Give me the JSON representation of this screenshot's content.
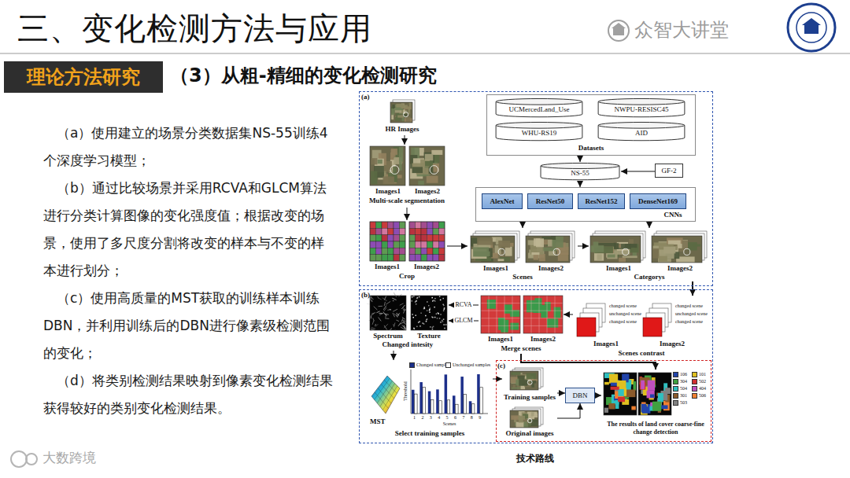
{
  "diagram": {
    "title": "三、变化检测方法与应用",
    "caption": "技术路线",
    "nodes": [
      {
        "text": [
          "理论方法研究"
        ]
      },
      {
        "text": [
          "(a)"
        ]
      },
      {
        "text": [
          "HR Images"
        ],
        "in": 1
      },
      {
        "text": [
          "Datasets"
        ],
        "in": 1
      },
      {
        "text": [
          "UCMercedLand_Use"
        ],
        "in": 3
      },
      {
        "text": [
          "NWPU-RESISC45"
        ],
        "in": 3
      },
      {
        "text": [
          "WHU-RS19"
        ],
        "in": 3
      },
      {
        "text": [
          "AID"
        ],
        "in": 3
      },
      {
        "text": [
          "NS-55"
        ],
        "in": 1
      },
      {
        "text": [
          "GF-2"
        ],
        "in": 1
      },
      {
        "text": [
          "Images1",
          "Images2",
          "Multi-scale segmentation"
        ],
        "in": 1
      },
      {
        "text": [
          "CNNs"
        ],
        "in": 1
      },
      {
        "text": [
          "AlexNet"
        ],
        "in": 11
      },
      {
        "text": [
          "ResNet50"
        ],
        "in": 11
      },
      {
        "text": [
          "ResNet152"
        ],
        "in": 11
      },
      {
        "text": [
          "DenseNet169"
        ],
        "in": 11
      },
      {
        "text": [
          "Images1",
          "Images2",
          "Crop"
        ],
        "in": 1
      },
      {
        "text": [
          "Images1",
          "Images2",
          "Scenes"
        ],
        "in": 1
      },
      {
        "text": [
          "Images1",
          "Images2",
          "Categorys"
        ],
        "in": 1
      },
      {
        "text": [
          "(b)"
        ]
      },
      {
        "text": [
          "Spectrum",
          "Texture",
          "Changed intesity"
        ],
        "in": 19
      },
      {
        "text": [
          "Images1",
          "Images2",
          "Merge scenes"
        ],
        "in": 19
      },
      {
        "text": [
          "Images1",
          "Images2",
          "Scenes contrast"
        ],
        "in": 19
      },
      {
        "text": [
          "MST",
          "Select training samples"
        ],
        "in": 19
      },
      {
        "text": [
          "(c)"
        ],
        "in": 19
      },
      {
        "text": [
          "Training samples"
        ],
        "in": 24
      },
      {
        "text": [
          "Original images"
        ],
        "in": 24
      },
      {
        "text": [
          "DBN"
        ],
        "in": 24
      },
      {
        "text": [
          "The results of land cover coarse-fine change detection"
        ],
        "in": 24
      }
    ],
    "edges": [
      {
        "from": 2,
        "to": 10,
        "arrow": "to"
      },
      {
        "from": 10,
        "to": 16,
        "arrow": "to"
      },
      {
        "from": 16,
        "to": 17,
        "arrow": "to"
      },
      {
        "from": 17,
        "to": 18,
        "arrow": "to"
      },
      {
        "from": 3,
        "to": 8,
        "arrow": "to"
      },
      {
        "from": 9,
        "to": 8,
        "arrow": "to"
      },
      {
        "from": 8,
        "to": 11,
        "arrow": "to"
      },
      {
        "from": 11,
        "to": 17,
        "arrow": "to"
      },
      {
        "from": 11,
        "to": 18,
        "arrow": "to"
      },
      {
        "from": 18,
        "to": 22,
        "arrow": "to"
      },
      {
        "from": 22,
        "to": 21,
        "arrow": "to"
      },
      {
        "from": 21,
        "to": 20,
        "arrow": "to",
        "label": "RCVA"
      },
      {
        "from": 21,
        "to": 20,
        "arrow": "to",
        "label": "GLCM"
      },
      {
        "from": 20,
        "to": 23,
        "arrow": "to"
      },
      {
        "from": 23,
        "to": 25,
        "arrow": "to"
      },
      {
        "from": 25,
        "to": 27,
        "arrow": "to"
      },
      {
        "from": 26,
        "to": 27,
        "arrow": "to"
      },
      {
        "from": 27,
        "to": 28,
        "arrow": "to"
      },
      {
        "from": 21,
        "to": 28,
        "arrow": "to"
      }
    ],
    "labels": [
      "众智大讲堂",
      "（3）从粗-精细的变化检测研究",
      "（a）使用建立的场景分类数据集NS-55训练4个深度学习模型；",
      "（b）通过比较场景并采用RCVA和GLCM算法进行分类计算图像的变化强度值；根据改变的场景，使用了多尺度分割将改变的样本与不变的样本进行划分；",
      "（c）使用高质量的MST获取的训练样本训练DBN，并利用训练后的DBN进行像素级检测范围的变化；",
      "（d）将类别检测结果映射到像素变化检测结果获得较好的类别变化检测结果。",
      "Threshold",
      "1",
      "2",
      "3",
      "4",
      "5",
      "6",
      "7",
      "8",
      "9",
      "Scenes",
      "changed scene",
      "unchanged scene",
      "changed scene",
      "changed scene",
      "unchanged scene",
      "changed scene",
      "大数跨境"
    ],
    "legend": [
      {
        "text": "Changed samples",
        "color": "#1c2f8a"
      },
      {
        "text": "Unchanged samples",
        "color": "#ffffff"
      },
      {
        "text": "106",
        "color": "#2244aa"
      },
      {
        "text": "101",
        "color": "#e0c020"
      },
      {
        "text": "304",
        "color": "#40a040"
      },
      {
        "text": "502",
        "color": "#d03030"
      },
      {
        "text": "504",
        "color": "#30c0c0"
      },
      {
        "text": "404",
        "color": "#c050c0"
      },
      {
        "text": "301",
        "color": "#8b5a2b"
      },
      {
        "text": "506",
        "color": "#f08030"
      },
      {
        "text": "503",
        "color": "#808080"
      }
    ]
  }
}
